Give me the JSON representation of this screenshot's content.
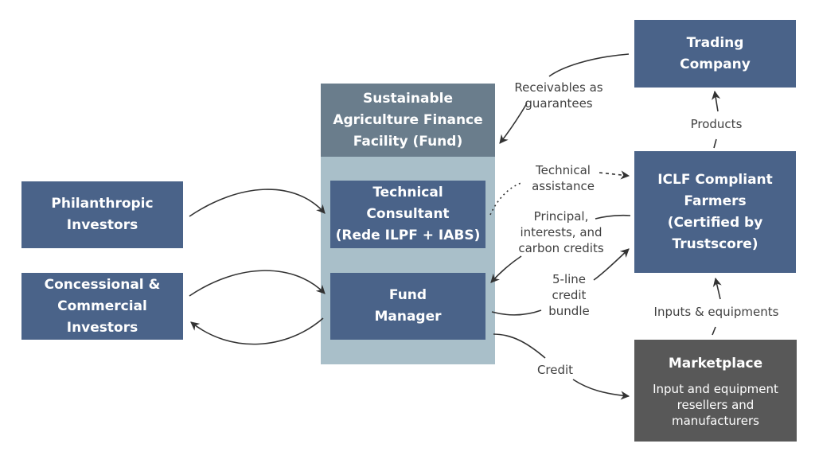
{
  "diagram": {
    "nodes": {
      "trading_company": "Trading\nCompany",
      "fund_header": "Sustainable\nAgriculture Finance\nFacility (Fund)",
      "technical_consultant": "Technical\nConsultant\n(Rede ILPF + IABS)",
      "fund_manager": "Fund\nManager",
      "philanthropic_investors": "Philanthropic\nInvestors",
      "concessional_investors": "Concessional &\nCommercial\nInvestors",
      "iclf_farmers": "ICLF Compliant\nFarmers\n(Certified by\nTrustscore)",
      "marketplace_title": "Marketplace",
      "marketplace_sub": "Input and equipment\nresellers and\nmanufacturers"
    },
    "edge_labels": {
      "receivables": "Receivables as\nguarantees",
      "technical_assistance": "Technical\nassistance",
      "principal": "Principal,\ninterests, and\ncarbon credits",
      "credit_bundle": "5-line\ncredit\nbundle",
      "products": "Products",
      "inputs": "Inputs & equipments",
      "credit": "Credit"
    },
    "colors": {
      "node_blue": "#4a6389",
      "fund_header": "#6a7d8c",
      "fund_panel": "#a9bfc9",
      "marketplace": "#585858",
      "arrow": "#333333"
    }
  }
}
